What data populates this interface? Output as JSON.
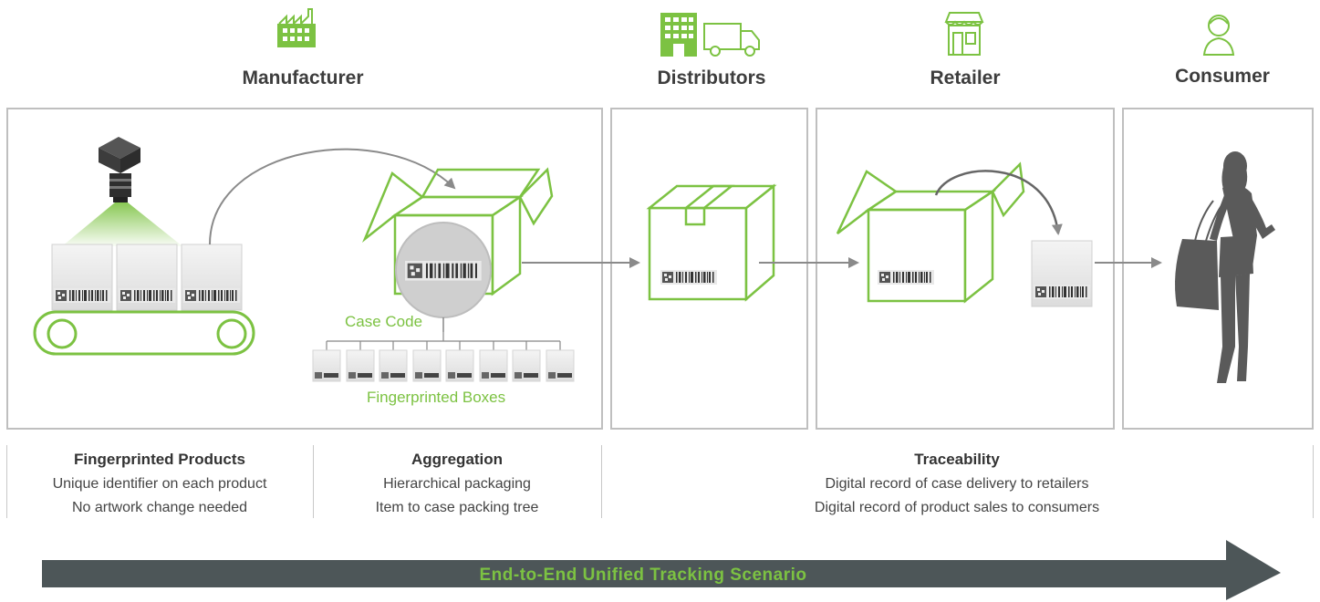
{
  "stages": {
    "manufacturer": "Manufacturer",
    "distributors": "Distributors",
    "retailer": "Retailer",
    "consumer": "Consumer"
  },
  "labels": {
    "case_code": "Case Code",
    "fingerprinted_boxes": "Fingerprinted Boxes"
  },
  "captions": {
    "fingerprinted_products": {
      "title": "Fingerprinted Products",
      "lines": [
        "Unique identifier on each product",
        "No artwork change needed"
      ]
    },
    "aggregation": {
      "title": "Aggregation",
      "lines": [
        "Hierarchical packaging",
        "Item to case packing tree"
      ]
    },
    "traceability": {
      "title": "Traceability",
      "lines": [
        "Digital record of case delivery to retailers",
        "Digital record of product sales to consumers"
      ]
    }
  },
  "banner": {
    "text": "End-to-End Unified Tracking Scenario"
  },
  "icons": {
    "manufacturer": "factory-icon",
    "distributors": "warehouse-truck-icon",
    "retailer": "storefront-icon",
    "consumer": "person-icon"
  },
  "colors": {
    "accent_green": "#7cc242",
    "banner_gray": "#4d5658",
    "panel_border": "#bfbfbf",
    "arrow_gray": "#8a8a8a"
  }
}
